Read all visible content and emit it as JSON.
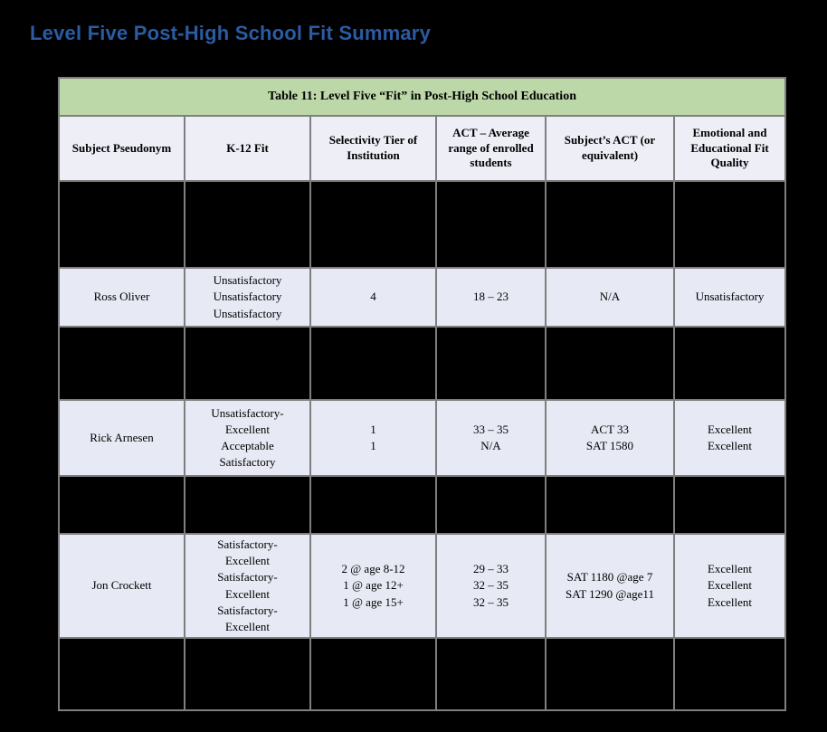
{
  "page": {
    "title": "Level Five Post-High School Fit Summary"
  },
  "colors": {
    "page_background": "#000000",
    "title_text": "#2B5BA3",
    "caption_background": "#BCD8A8",
    "header_background": "#EDEEF6",
    "data_row_background": "#E7E9F4",
    "redacted_row_background": "#000000",
    "grid_border": "#7F7F7F",
    "text": "#000000"
  },
  "table": {
    "caption": "Table 11: Level Five “Fit” in Post-High School Education",
    "columns": [
      "Subject Pseudonym",
      "K-12 Fit",
      "Selectivity Tier of Institution",
      "ACT – Average range of enrolled students",
      "Subject’s ACT (or equivalent)",
      "Emotional and Educational Fit Quality"
    ],
    "rows": [
      {
        "type": "redacted",
        "cells": [
          "",
          "",
          "",
          "",
          "",
          ""
        ]
      },
      {
        "type": "data",
        "cells": [
          "Ross Oliver",
          "Unsatisfactory\nUnsatisfactory\nUnsatisfactory",
          "4",
          "18 – 23",
          "N/A",
          "Unsatisfactory"
        ]
      },
      {
        "type": "redacted",
        "cells": [
          "",
          "",
          "",
          "",
          "",
          ""
        ]
      },
      {
        "type": "data",
        "cells": [
          "Rick Arnesen",
          "Unsatisfactory-\nExcellent\nAcceptable\nSatisfactory",
          "1\n1",
          "33 – 35\nN/A",
          "ACT 33\nSAT 1580",
          "Excellent\nExcellent"
        ]
      },
      {
        "type": "redacted",
        "cells": [
          "",
          "",
          "",
          "",
          "",
          ""
        ]
      },
      {
        "type": "data",
        "cells": [
          "Jon Crockett",
          "Satisfactory-\nExcellent\nSatisfactory-\nExcellent\nSatisfactory-\nExcellent",
          "2 @ age 8-12\n1 @ age 12+\n1 @ age 15+",
          "29 – 33\n32 – 35\n32 – 35",
          "SAT 1180 @age 7\nSAT 1290 @age11",
          "Excellent\nExcellent\nExcellent"
        ]
      },
      {
        "type": "redacted",
        "cells": [
          "",
          "",
          "",
          "",
          "",
          ""
        ]
      }
    ]
  }
}
